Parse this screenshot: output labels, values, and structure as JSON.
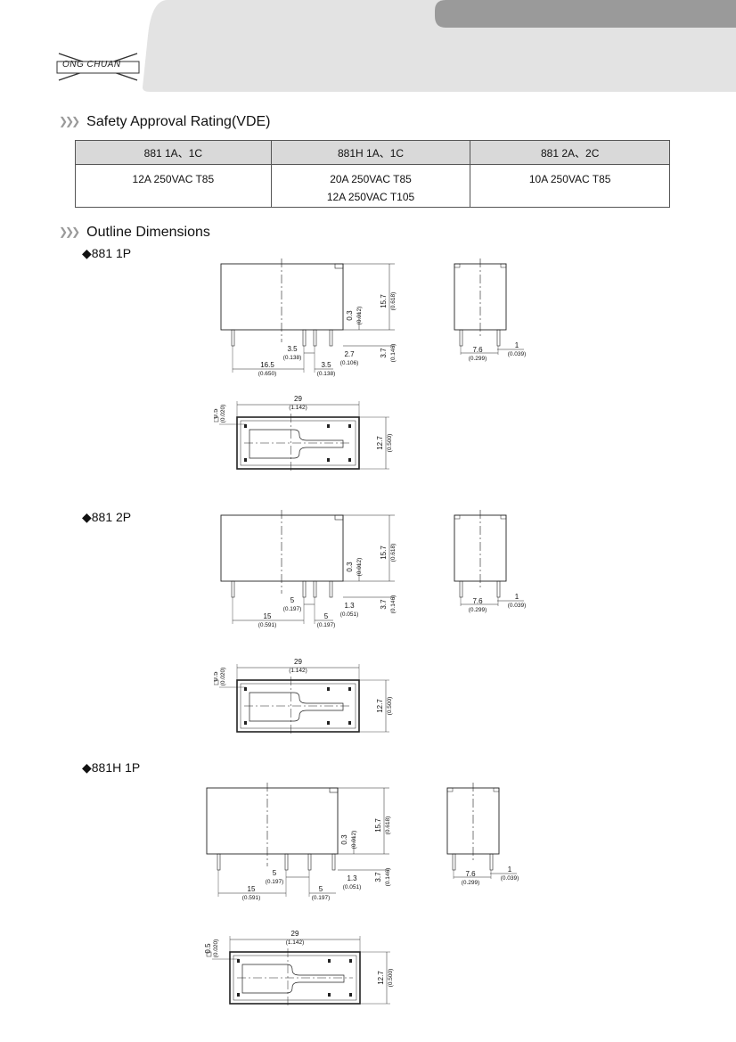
{
  "header": {
    "logo_text": "ONG CHUAN"
  },
  "safety": {
    "heading": "Safety Approval Rating(VDE)",
    "columns": [
      "881 1A、1C",
      "881H 1A、1C",
      "881 2A、2C"
    ],
    "cells": [
      [
        "12A 250VAC  T85"
      ],
      [
        "20A 250VAC  T85",
        "12A 250VAC  T105"
      ],
      [
        "10A 250VAC  T85"
      ]
    ]
  },
  "outline": {
    "heading": "Outline Dimensions",
    "variants": [
      {
        "label": "◆881 1P",
        "side": {
          "h": "15.7",
          "h_in": "(0.618)",
          "gap": "0.3",
          "gap_in": "(0.012)",
          "pin": "3.7",
          "pin_in": "(0.146)",
          "d1": "3.5",
          "d1_in": "(0.138)",
          "d2": "2.7",
          "d2_in": "(0.106)",
          "d3": "16.5",
          "d3_in": "(0.650)",
          "d4": "3.5",
          "d4_in": "(0.138)"
        },
        "end": {
          "w": "7.6",
          "w_in": "(0.299)",
          "t": "1",
          "t_in": "(0.039)"
        },
        "top": {
          "len": "29",
          "len_in": "(1.142)",
          "wid": "12.7",
          "wid_in": "(0.500)",
          "sq": "0.5",
          "sq_in": "(0.020)"
        }
      },
      {
        "label": "◆881 2P",
        "side": {
          "h": "15.7",
          "h_in": "(0.618)",
          "gap": "0.3",
          "gap_in": "(0.012)",
          "pin": "3.7",
          "pin_in": "(0.146)",
          "d1": "5",
          "d1_in": "(0.197)",
          "d2": "1.3",
          "d2_in": "(0.051)",
          "d3": "15",
          "d3_in": "(0.591)",
          "d4": "5",
          "d4_in": "(0.197)"
        },
        "end": {
          "w": "7.6",
          "w_in": "(0.299)",
          "t": "1",
          "t_in": "(0.039)"
        },
        "top": {
          "len": "29",
          "len_in": "(1.142)",
          "wid": "12.7",
          "wid_in": "(0.500)",
          "sq": "0.5",
          "sq_in": "(0.020)"
        }
      },
      {
        "label": "◆881H 1P",
        "side": {
          "h": "15.7",
          "h_in": "(0.618)",
          "gap": "0.3",
          "gap_in": "(0.012)",
          "pin": "3.7",
          "pin_in": "(0.146)",
          "d1": "5",
          "d1_in": "(0.197)",
          "d2": "1.3",
          "d2_in": "(0.051)",
          "d3": "15",
          "d3_in": "(0.591)",
          "d4": "5",
          "d4_in": "(0.197)"
        },
        "end": {
          "w": "7.6",
          "w_in": "(0.299)",
          "t": "1",
          "t_in": "(0.039)"
        },
        "top": {
          "len": "29",
          "len_in": "(1.142)",
          "wid": "12.7",
          "wid_in": "(0.500)",
          "sq": "0.5",
          "sq_in": "(0.020)"
        }
      }
    ]
  }
}
